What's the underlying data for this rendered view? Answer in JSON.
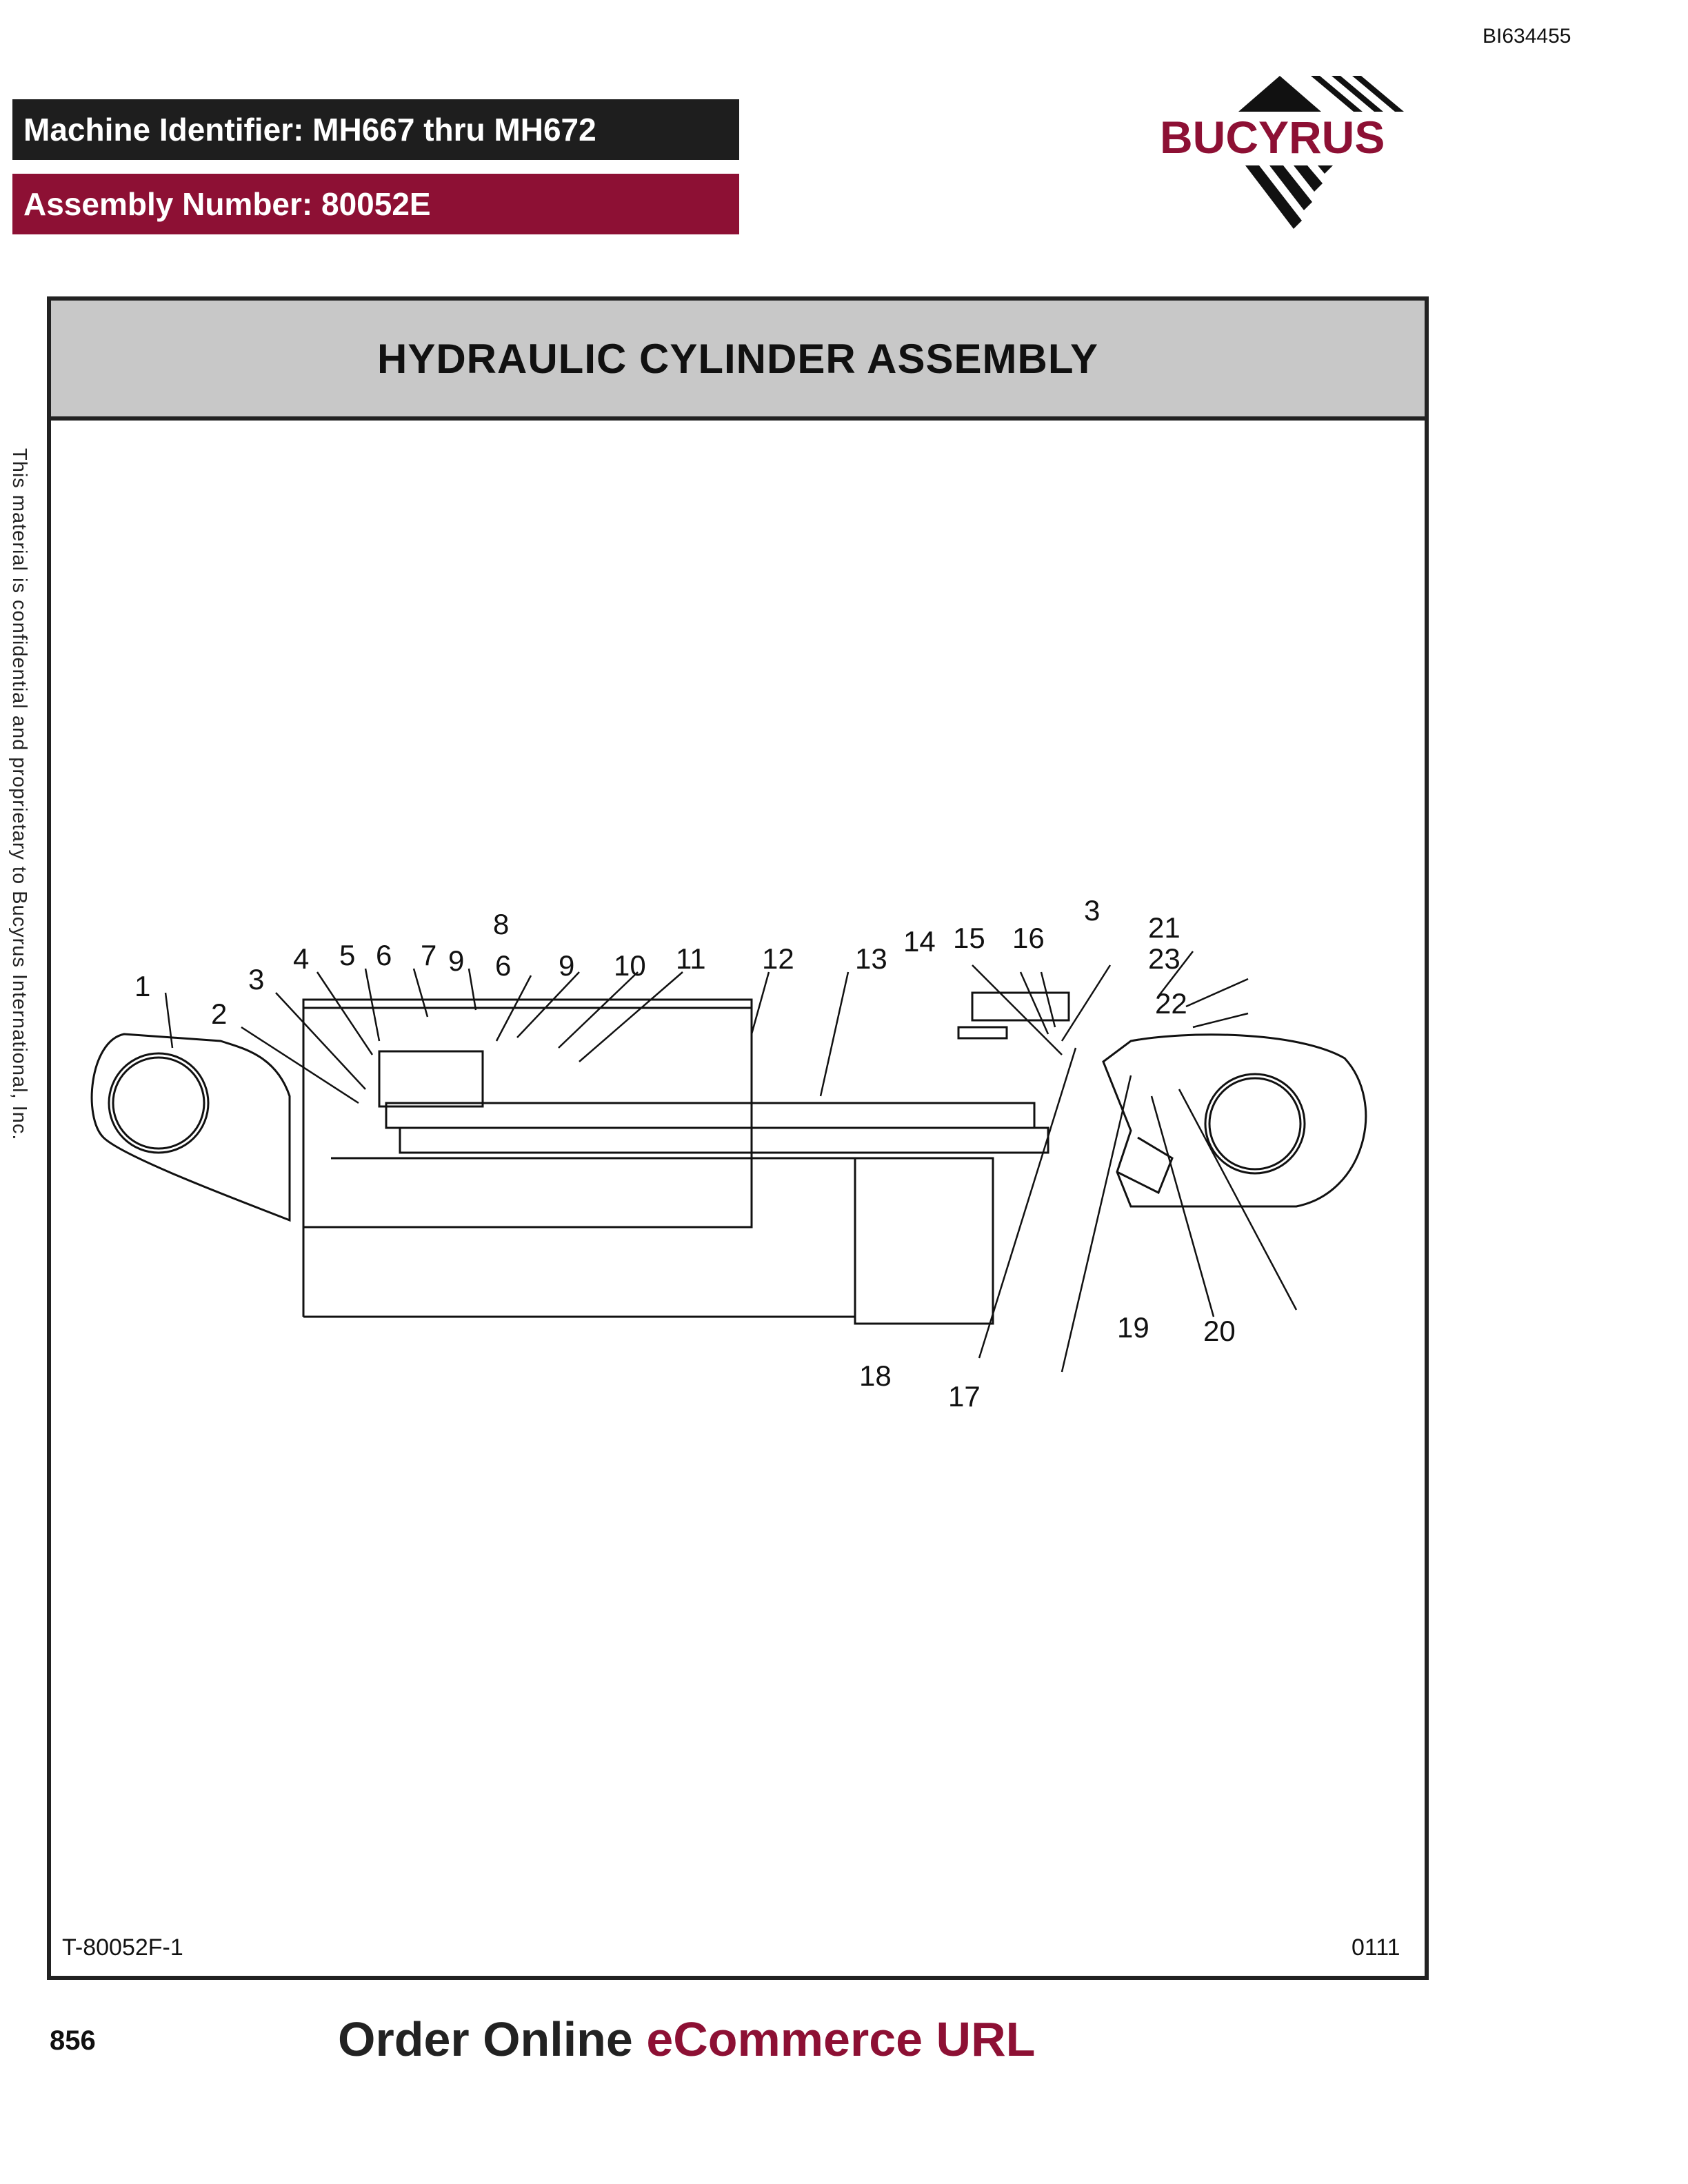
{
  "document_id": "BI634455",
  "header": {
    "machine_identifier": "Machine Identifier: MH667 thru MH672",
    "assembly_number": "Assembly Number: 80052E"
  },
  "logo": {
    "text": "BUCYRUS",
    "brand_color": "#8d1034"
  },
  "title": "HYDRAULIC CYLINDER ASSEMBLY",
  "side_note": "This material is confidential and proprietary to Bucyrus International, Inc.",
  "callouts": [
    "1",
    "2",
    "3",
    "4",
    "5",
    "6",
    "7",
    "9",
    "6",
    "8",
    "9",
    "10",
    "11",
    "12",
    "13",
    "14",
    "15",
    "16",
    "3",
    "21",
    "23",
    "22",
    "18",
    "17",
    "19",
    "20"
  ],
  "figure_number": "T-80052F-1",
  "date_code": "0111",
  "page_number": "856",
  "order_online": {
    "part1": "Order Online ",
    "part2": "eCommerce URL"
  },
  "colors": {
    "dark_bar": "#1e1e1e",
    "brand_red": "#8d1034",
    "title_band": "#c8c8c8"
  }
}
